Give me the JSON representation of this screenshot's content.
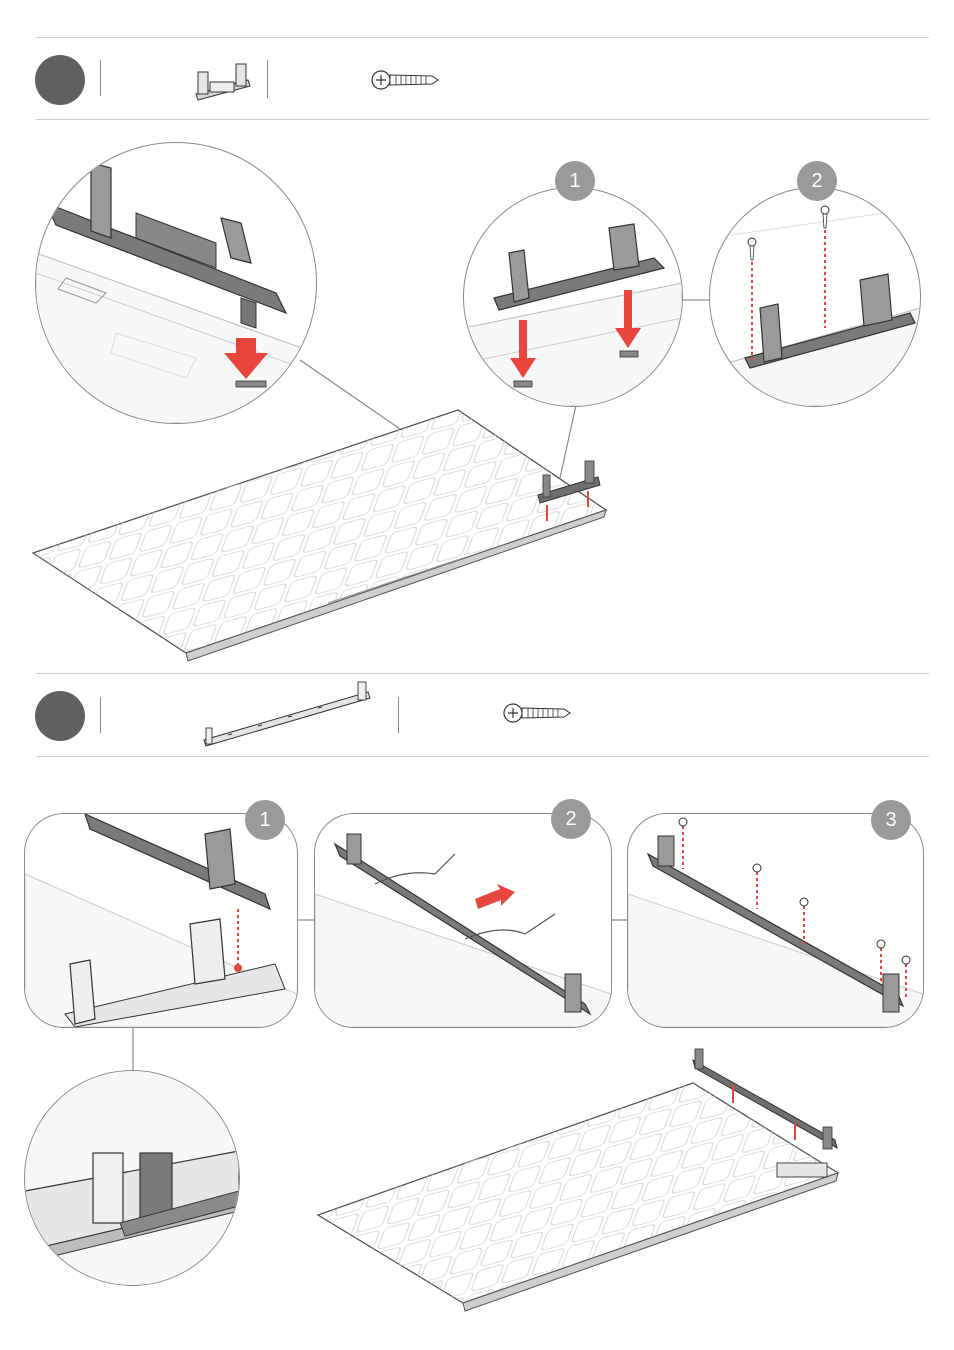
{
  "step_a": {
    "badges": [
      "1",
      "2"
    ]
  },
  "step_b": {
    "badges": [
      "1",
      "2",
      "3"
    ]
  },
  "colors": {
    "accent": "#e8453c",
    "step_dot": "#616161",
    "badge": "#999999",
    "part": "#6f6f6f",
    "outline": "#8a8a8a"
  },
  "icons": {
    "clip_part": "bracket-clip-icon",
    "rail_part": "rail-icon",
    "screw": "screw-icon"
  }
}
